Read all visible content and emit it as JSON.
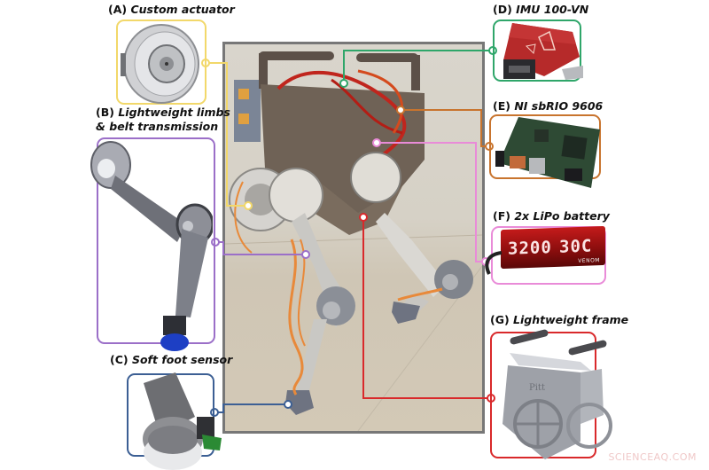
{
  "figure": {
    "center_photo": {
      "description": "Quadruped robot photo"
    },
    "components": [
      {
        "id": "A",
        "letter": "(A)",
        "name": "Custom actuator",
        "color": "#f2d86a"
      },
      {
        "id": "B",
        "letter": "(B)",
        "name": "Lightweight limbs",
        "name_line2": "& belt transmission",
        "color": "#9b6fc8"
      },
      {
        "id": "C",
        "letter": "(C)",
        "name": "Soft foot sensor",
        "color": "#3c5f94"
      },
      {
        "id": "D",
        "letter": "(D)",
        "name": "IMU 100-VN",
        "color": "#2fa66a"
      },
      {
        "id": "E",
        "letter": "(E)",
        "name": "NI sbRIO 9606",
        "color": "#c8742e"
      },
      {
        "id": "F",
        "letter": "(F)",
        "name": "2x LiPo battery",
        "color": "#e98bd8"
      },
      {
        "id": "G",
        "letter": "(G)",
        "name": "Lightweight frame",
        "color": "#d9292b"
      }
    ],
    "battery_text": {
      "capacity": "3200",
      "rating": "30C",
      "brand": "VENOM"
    },
    "frame_text": "Pitt",
    "watermark": "SCIENCEAQ.COM"
  }
}
